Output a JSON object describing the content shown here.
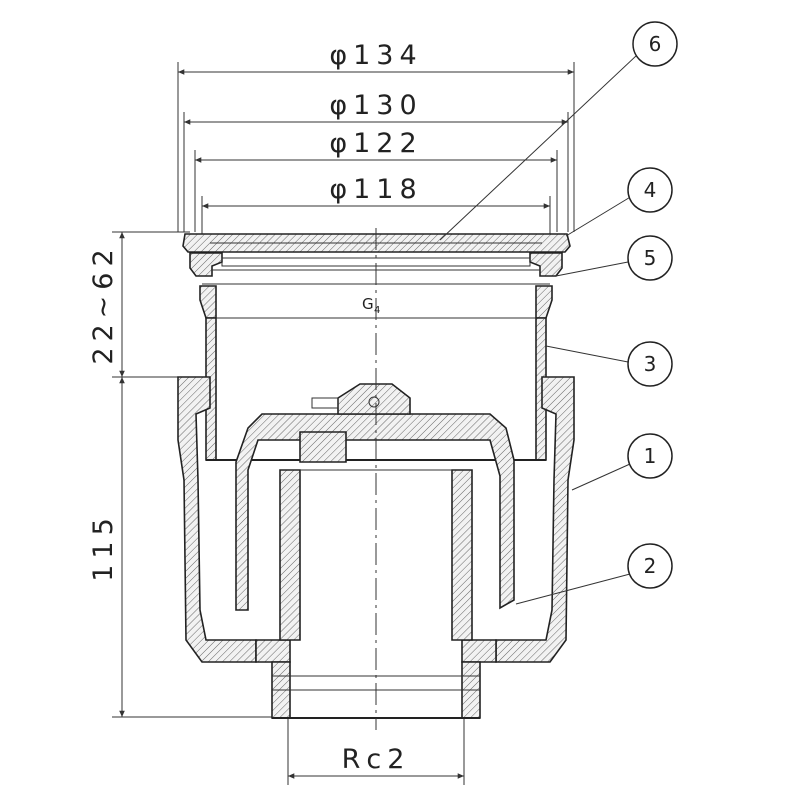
{
  "dimensions": {
    "d134": "φ134",
    "d130": "φ130",
    "d122": "φ122",
    "d118": "φ118",
    "height_range": "22~62",
    "height": "115",
    "thread": "Rc2"
  },
  "thread_label": {
    "main": "G",
    "sub": "4"
  },
  "callouts": [
    {
      "number": "6"
    },
    {
      "number": "4"
    },
    {
      "number": "5"
    },
    {
      "number": "3"
    },
    {
      "number": "1"
    },
    {
      "number": "2"
    }
  ]
}
